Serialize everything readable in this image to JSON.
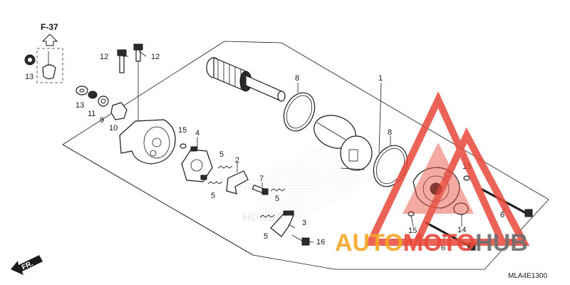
{
  "figure": {
    "reference": "F-37",
    "direction": "FR.",
    "diagram_code": "MLA4E1300",
    "callouts": [
      "1",
      "2",
      "3",
      "4",
      "5",
      "6",
      "7",
      "8",
      "9",
      "10",
      "11",
      "12",
      "13",
      "14",
      "15",
      "16"
    ]
  },
  "watermark": {
    "part1": "AUTO",
    "part2": "MOTO",
    "part3": "HUB",
    "colors": {
      "orange": "#f5a623",
      "red": "#e8483a",
      "gray": "#6d6d6d"
    }
  }
}
